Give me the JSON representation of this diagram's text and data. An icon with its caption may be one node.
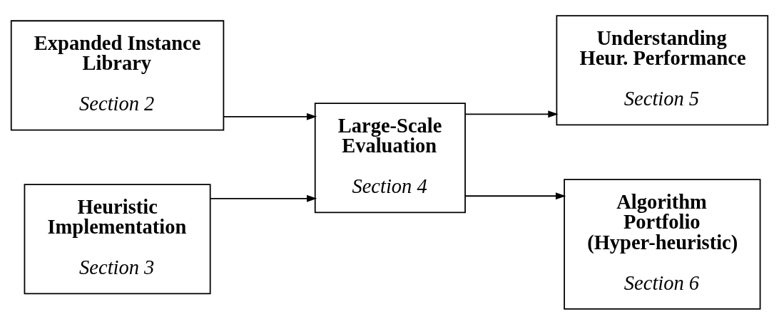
{
  "diagram": {
    "nodes": [
      {
        "text": [
          "Expanded Instance Library",
          "Section 2"
        ]
      },
      {
        "text": [
          "Heuristic Implementation",
          "Section 3"
        ]
      },
      {
        "text": [
          "Large-Scale Evaluation",
          "Section 4"
        ]
      },
      {
        "text": [
          "Understanding Heur. Performance",
          "Section 5"
        ]
      },
      {
        "text": [
          "Algorithm Portfolio (Hyper-heuristic)",
          "Section 6"
        ]
      }
    ],
    "edges": [
      {
        "from": 0,
        "to": 2,
        "arrow": "to"
      },
      {
        "from": 1,
        "to": 2,
        "arrow": "to"
      },
      {
        "from": 2,
        "to": 3,
        "arrow": "to"
      },
      {
        "from": 2,
        "to": 4,
        "arrow": "to"
      }
    ]
  }
}
